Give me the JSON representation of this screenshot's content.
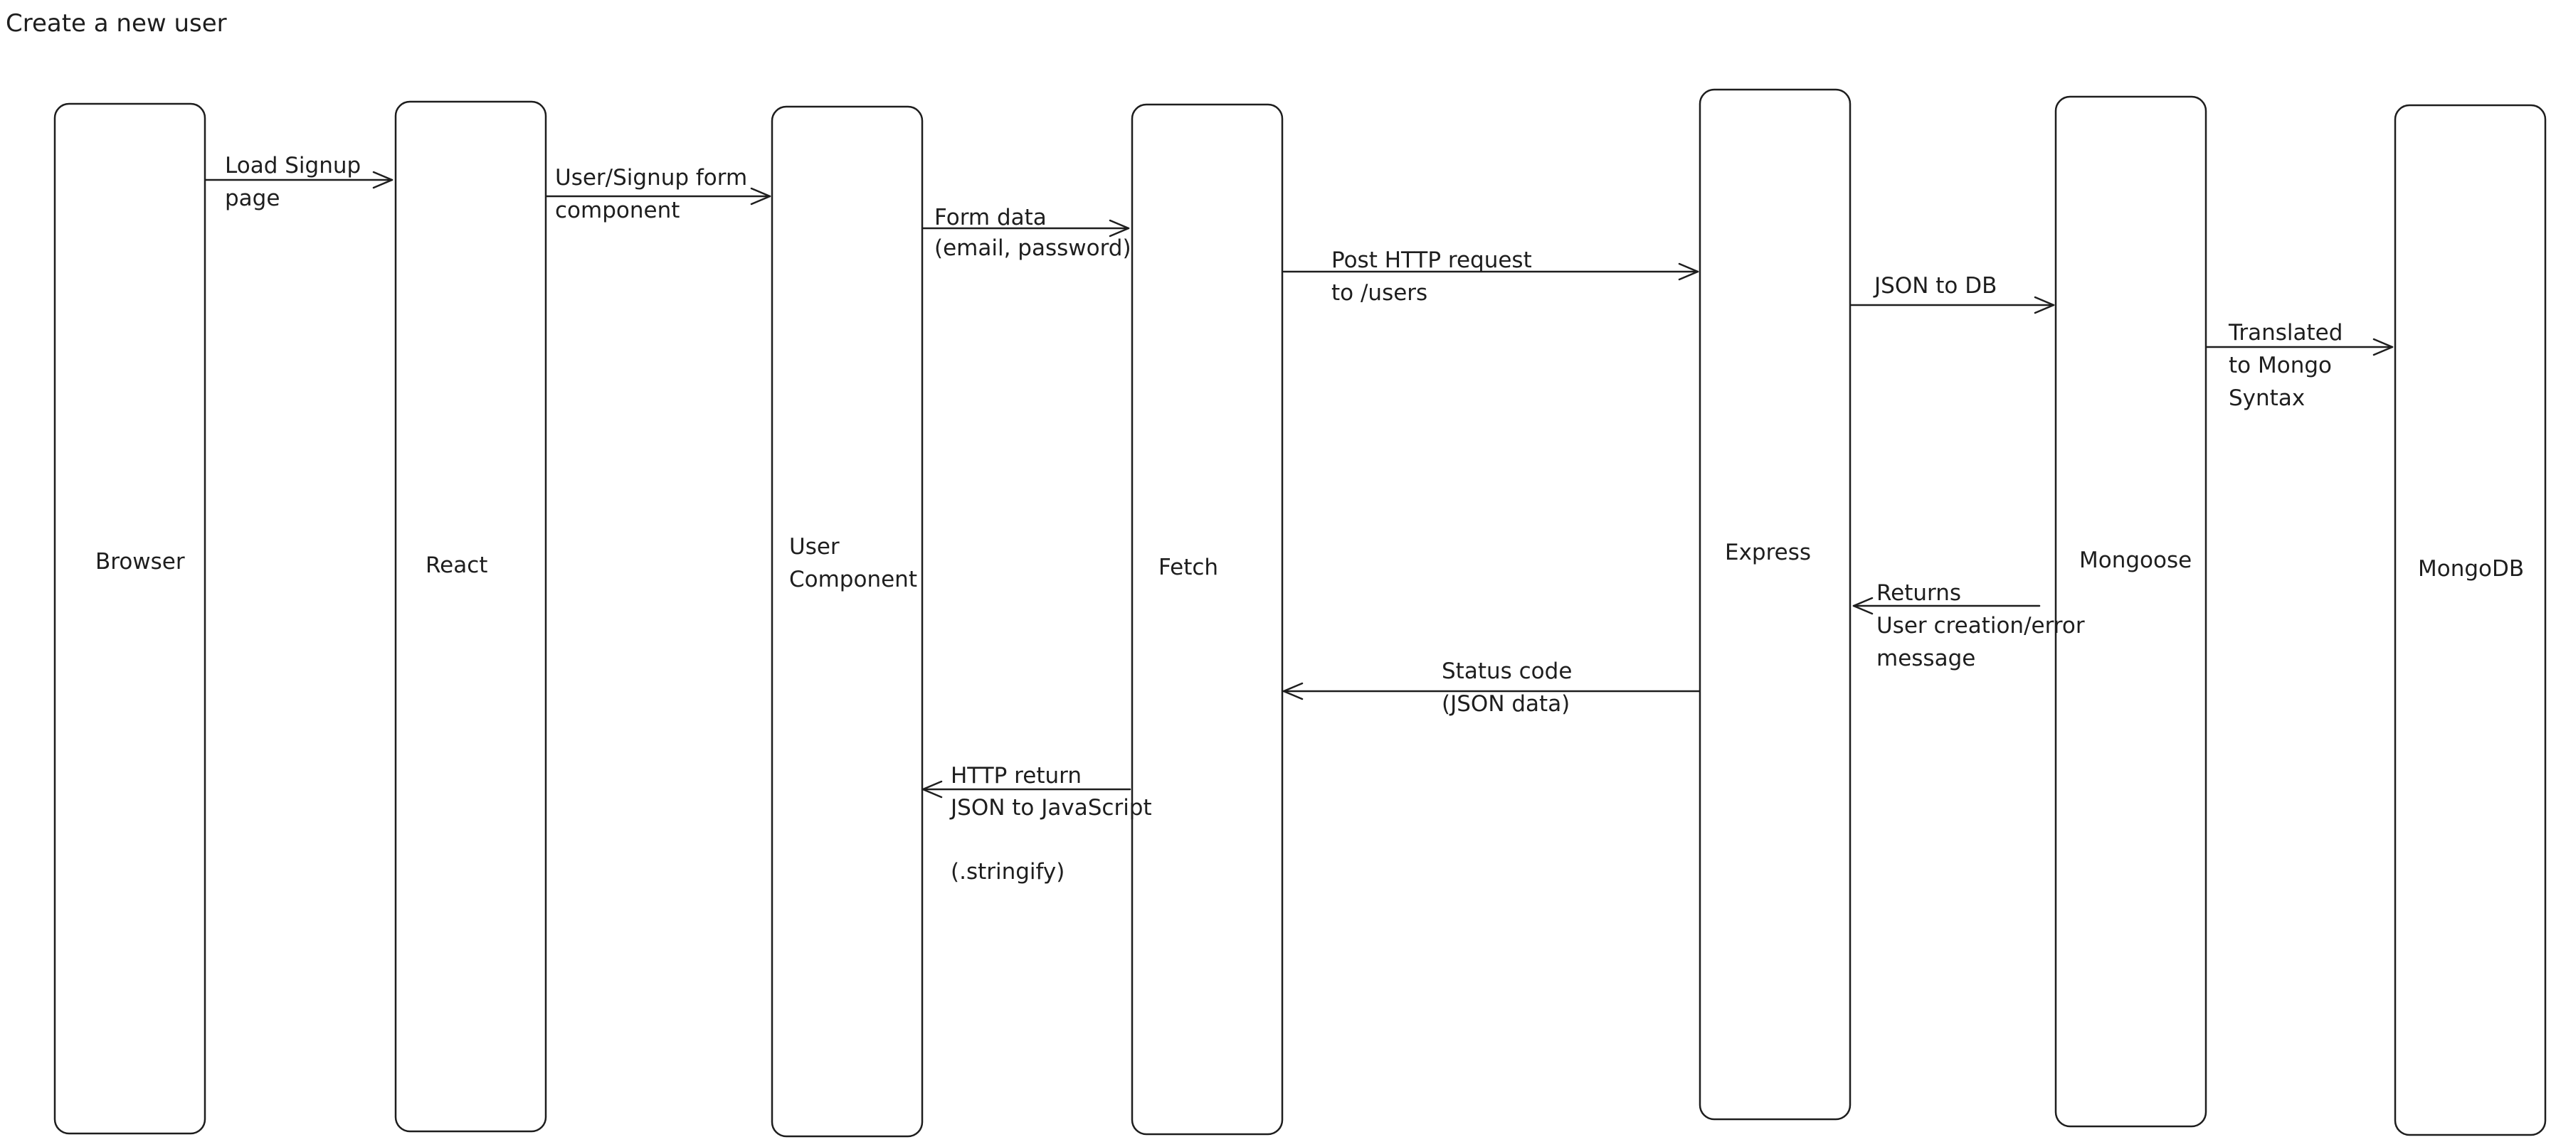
{
  "title": "Create a new user",
  "components": [
    {
      "id": "browser",
      "label": [
        "Browser"
      ]
    },
    {
      "id": "react",
      "label": [
        "React"
      ]
    },
    {
      "id": "user-component",
      "label": [
        "User",
        "Component"
      ]
    },
    {
      "id": "fetch",
      "label": [
        "Fetch"
      ]
    },
    {
      "id": "express",
      "label": [
        "Express"
      ]
    },
    {
      "id": "mongoose",
      "label": [
        "Mongoose"
      ]
    },
    {
      "id": "mongodb",
      "label": [
        "MongoDB"
      ]
    }
  ],
  "messages": [
    {
      "id": "load-signup",
      "from": "browser",
      "to": "react",
      "label": [
        "Load Signup",
        "page"
      ]
    },
    {
      "id": "signup-form",
      "from": "react",
      "to": "user-component",
      "label": [
        "User/Signup form",
        "component"
      ]
    },
    {
      "id": "form-data",
      "from": "user-component",
      "to": "fetch",
      "label": [
        "Form data",
        "(email, password)"
      ]
    },
    {
      "id": "post-http",
      "from": "fetch",
      "to": "express",
      "label": [
        "Post HTTP request",
        "to /users"
      ]
    },
    {
      "id": "json-to-db",
      "from": "express",
      "to": "mongoose",
      "label": [
        "JSON to DB"
      ]
    },
    {
      "id": "translated",
      "from": "mongoose",
      "to": "mongodb",
      "label": [
        "Translated",
        "to Mongo",
        "Syntax"
      ]
    },
    {
      "id": "returns",
      "from": "mongoose",
      "to": "express",
      "label": [
        "Returns",
        "User creation/error",
        "message"
      ]
    },
    {
      "id": "status-code",
      "from": "express",
      "to": "fetch",
      "label": [
        "Status code",
        "(JSON data)"
      ]
    },
    {
      "id": "http-return",
      "from": "fetch",
      "to": "user-component",
      "label": [
        "HTTP return",
        "JSON to JavaScript",
        "",
        "(.stringify)"
      ]
    }
  ]
}
